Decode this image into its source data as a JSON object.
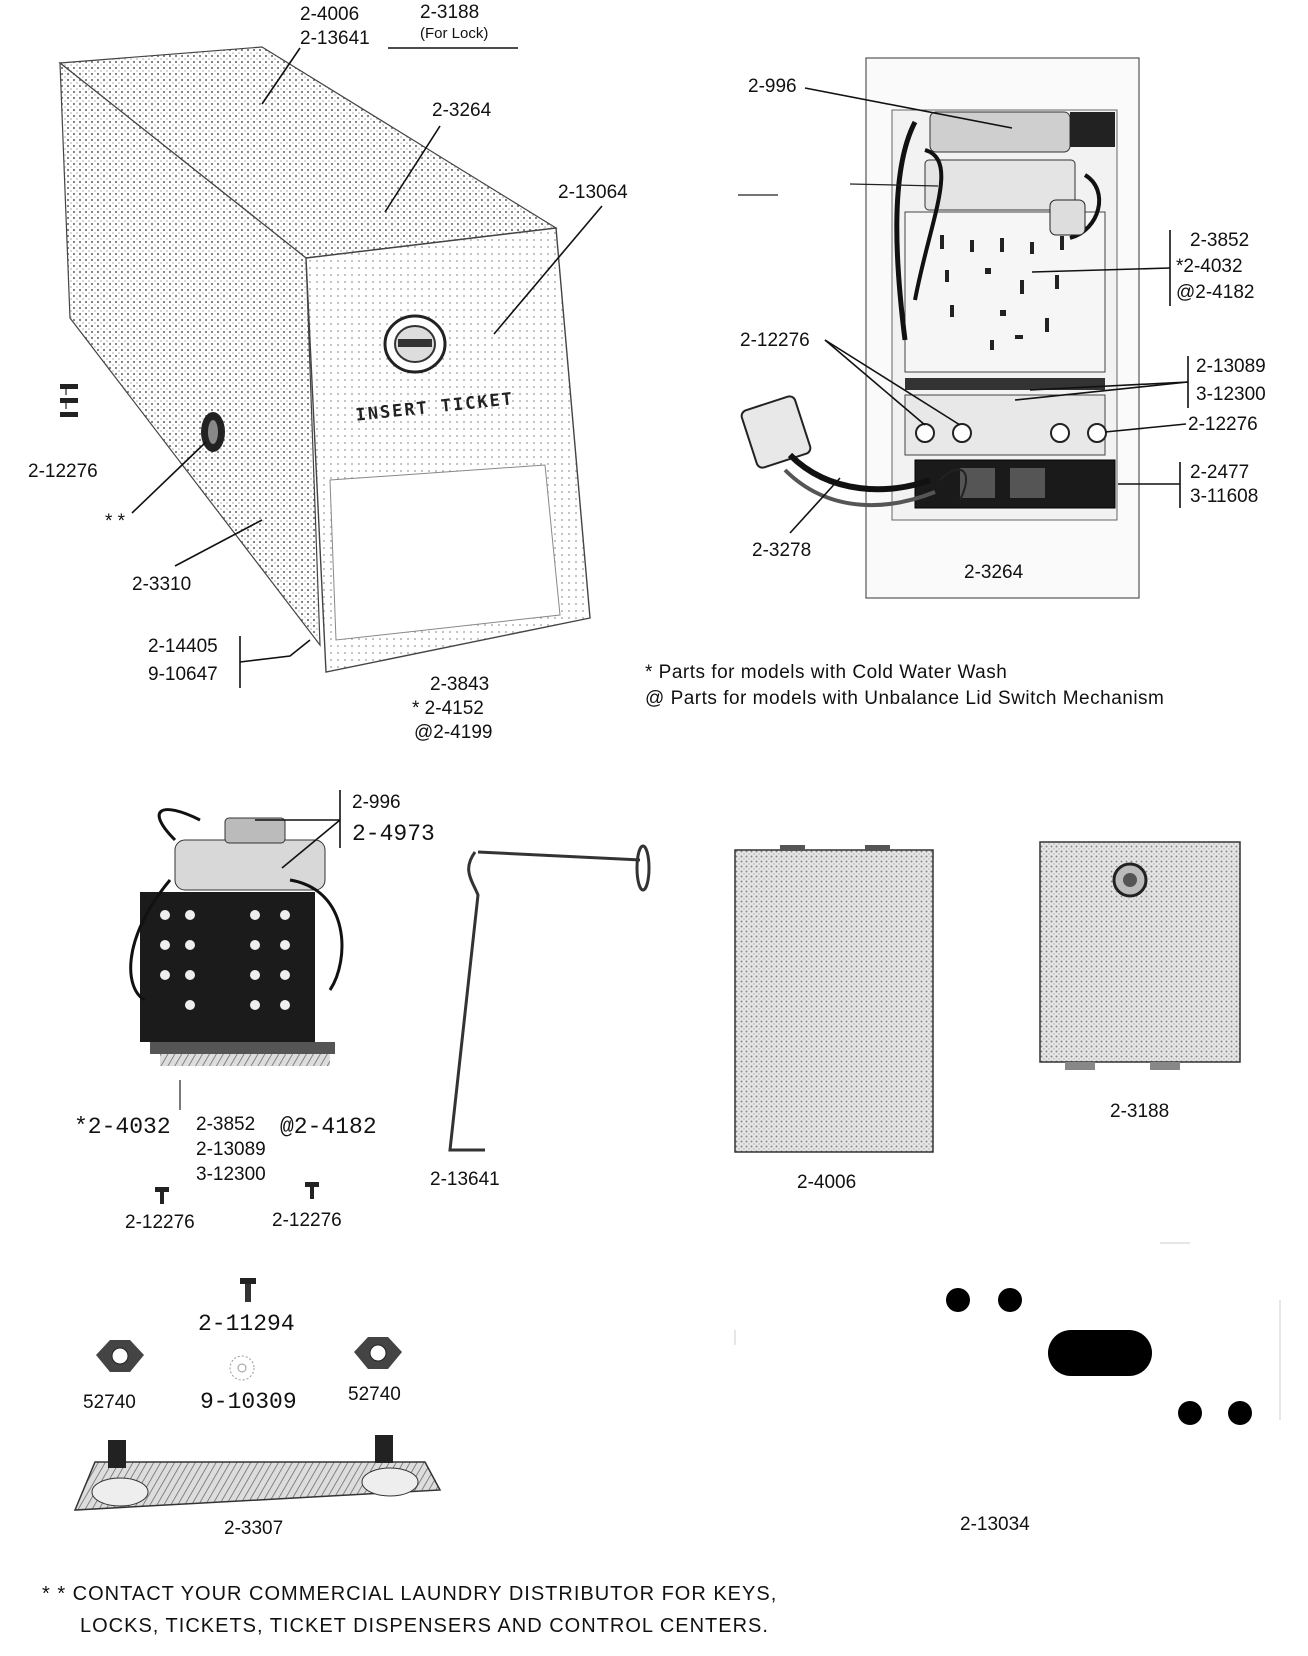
{
  "cabinet": {
    "part_top_a": "2-4006",
    "part_top_b": "2-13641",
    "part_lock": "2-3188",
    "lock_note": "(For Lock)",
    "part_lid": "2-3264",
    "part_coin_slot": "2-13064",
    "part_screws": "2-12276",
    "double_star": "* *",
    "part_lock_cyl": "2-3310",
    "part_trim_a": "2-14405",
    "part_trim_b": "9-10647",
    "part_cab_a": "2-3843",
    "part_cab_b": "* 2-4152",
    "part_cab_c": "@2-4199",
    "insert_ticket": "INSERT TICKET"
  },
  "console": {
    "p_996": "2-996",
    "p_3852": "2-3852",
    "p_4032": "*2-4032",
    "p_4182": "@2-4182",
    "p_12276_left": "2-12276",
    "p_13089": "2-13089",
    "p_12300": "3-12300",
    "p_12276_right": "2-12276",
    "p_2477": "2-2477",
    "p_11608": "3-11608",
    "p_3278": "2-3278",
    "p_3264": "2-3264"
  },
  "legend": {
    "star_note": "* Parts for models with Cold Water Wash",
    "at_note": "@ Parts for models with Unbalance Lid Switch Mechanism"
  },
  "timer": {
    "p_996": "2-996",
    "p_4973": "2-4973",
    "p_4032": "*2-4032",
    "p_3852": "2-3852",
    "p_4182": "@2-4182",
    "p_13089": "2-13089",
    "p_12300": "3-12300",
    "p_screw_left": "2-12276",
    "p_screw_right": "2-12276"
  },
  "parts": {
    "rod": "2-13641",
    "panel_large": "2-4006",
    "panel_lock": "2-3188",
    "screw": "2-11294",
    "nut_left": "52740",
    "washer": "9-10309",
    "nut_right": "52740",
    "bracket": "2-3307",
    "gasket": "2-13034"
  },
  "footer": {
    "line1": "* * CONTACT YOUR COMMERCIAL LAUNDRY DISTRIBUTOR FOR KEYS,",
    "line2": "LOCKS, TICKETS, TICKET DISPENSERS AND CONTROL CENTERS."
  }
}
